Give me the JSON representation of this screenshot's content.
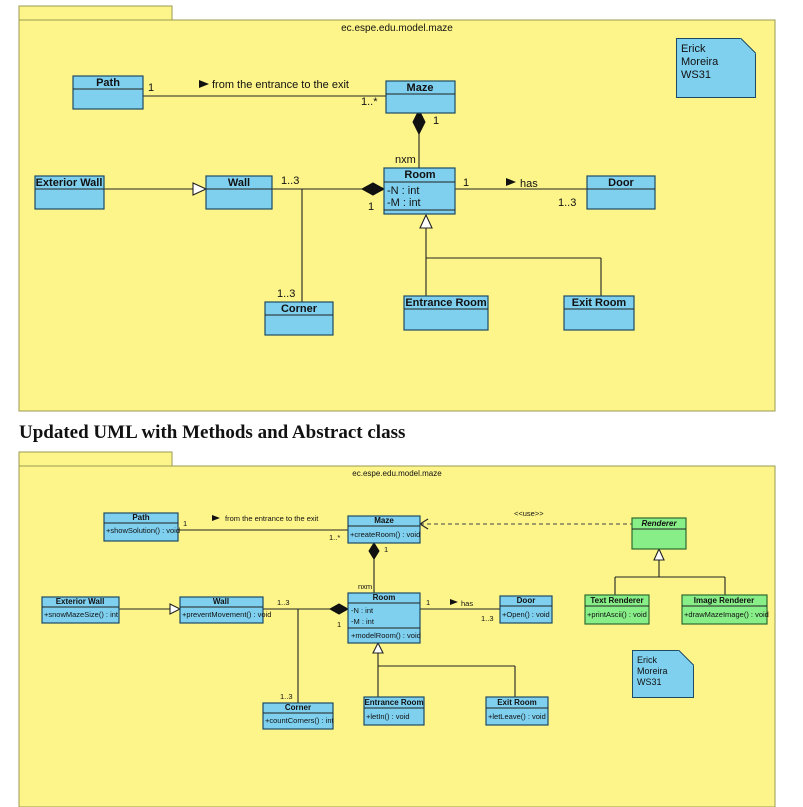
{
  "diagram1": {
    "package": "ec.espe.edu.model.maze",
    "note": [
      "Erick",
      "Moreira",
      "WS31"
    ],
    "classes": {
      "path": {
        "name": "Path",
        "members": []
      },
      "maze": {
        "name": "Maze",
        "members": []
      },
      "exterior_wall": {
        "name": "Exterior Wall",
        "members": []
      },
      "wall": {
        "name": "Wall",
        "members": []
      },
      "room": {
        "name": "Room",
        "members": [
          "-N : int",
          "-M : int"
        ]
      },
      "door": {
        "name": "Door",
        "members": []
      },
      "corner": {
        "name": "Corner",
        "members": []
      },
      "entrance_room": {
        "name": "Entrance Room",
        "members": []
      },
      "exit_room": {
        "name": "Exit Room",
        "members": []
      }
    },
    "labels": {
      "path_mult": "1",
      "assoc_name": "from the entrance to the exit",
      "maze_mult_many": "1..*",
      "maze_room_1": "1",
      "nxm": "nxm",
      "wall_mult": "1..3",
      "room_wall_1": "1",
      "corner_mult": "1..3",
      "room_door_1": "1",
      "has": "has",
      "door_mult": "1..3"
    }
  },
  "heading": "Updated UML with Methods and Abstract class",
  "diagram2": {
    "package": "ec.espe.edu.model.maze",
    "note": [
      "Erick",
      "Moreira",
      "WS31"
    ],
    "stereotype": "<<use>>",
    "classes": {
      "path": {
        "name": "Path",
        "ops": [
          "+showSolution() : void"
        ]
      },
      "maze": {
        "name": "Maze",
        "ops": [
          "+createRoom() : void"
        ]
      },
      "renderer": {
        "name": "Renderer",
        "ops": []
      },
      "exterior_wall": {
        "name": "Exterior Wall",
        "ops": [
          "+snowMazeSize() : int"
        ]
      },
      "wall": {
        "name": "Wall",
        "ops": [
          "+preventMovement() : void"
        ]
      },
      "room": {
        "name": "Room",
        "attrs": [
          "-N : int",
          "-M : int"
        ],
        "ops": [
          "+modelRoom() : void"
        ]
      },
      "door": {
        "name": "Door",
        "ops": [
          "+Open() : void"
        ]
      },
      "text_renderer": {
        "name": "Text Renderer",
        "ops": [
          "+printAscii() : void"
        ]
      },
      "image_renderer": {
        "name": "Image Renderer",
        "ops": [
          "+drawMazeImage() : void"
        ]
      },
      "corner": {
        "name": "Corner",
        "ops": [
          "+countCorners() : int"
        ]
      },
      "entrance_room": {
        "name": "Entrance Room",
        "ops": [
          "+letIn() : void"
        ]
      },
      "exit_room": {
        "name": "Exit Room",
        "ops": [
          "+letLeave() : void"
        ]
      }
    },
    "labels": {
      "path_mult": "1",
      "assoc_name": "from the entrance to the exit",
      "maze_mult_many": "1..*",
      "maze_room_1": "1",
      "nxm": "nxm",
      "wall_mult": "1..3",
      "room_wall_1": "1",
      "corner_mult": "1..3",
      "room_door_1": "1",
      "has": "has",
      "door_mult": "1..3"
    }
  },
  "colors": {
    "package_fill": "#fdf58a",
    "class_fill": "#7fd0ef",
    "class_border": "#1d4b64",
    "abstract_fill": "#88ee88",
    "line": "#222222"
  }
}
